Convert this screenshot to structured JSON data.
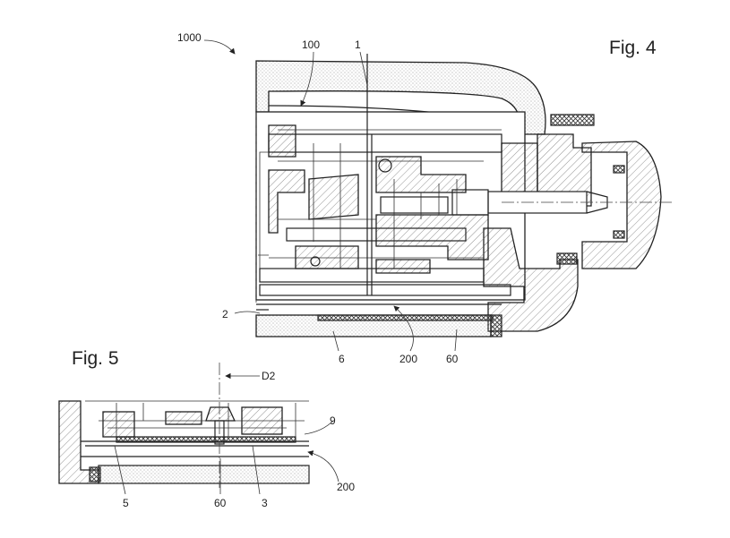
{
  "figures": {
    "fig4_title": "Fig. 4",
    "fig5_title": "Fig. 5"
  },
  "labels": {
    "l1000": "1000",
    "l100": "100",
    "l1": "1",
    "l2": "2",
    "l6": "6",
    "l200_fig4": "200",
    "l60_fig4": "60",
    "lD2": "D2",
    "l9": "9",
    "l200_fig5": "200",
    "l5": "5",
    "l60_fig5": "60",
    "l3": "3"
  }
}
